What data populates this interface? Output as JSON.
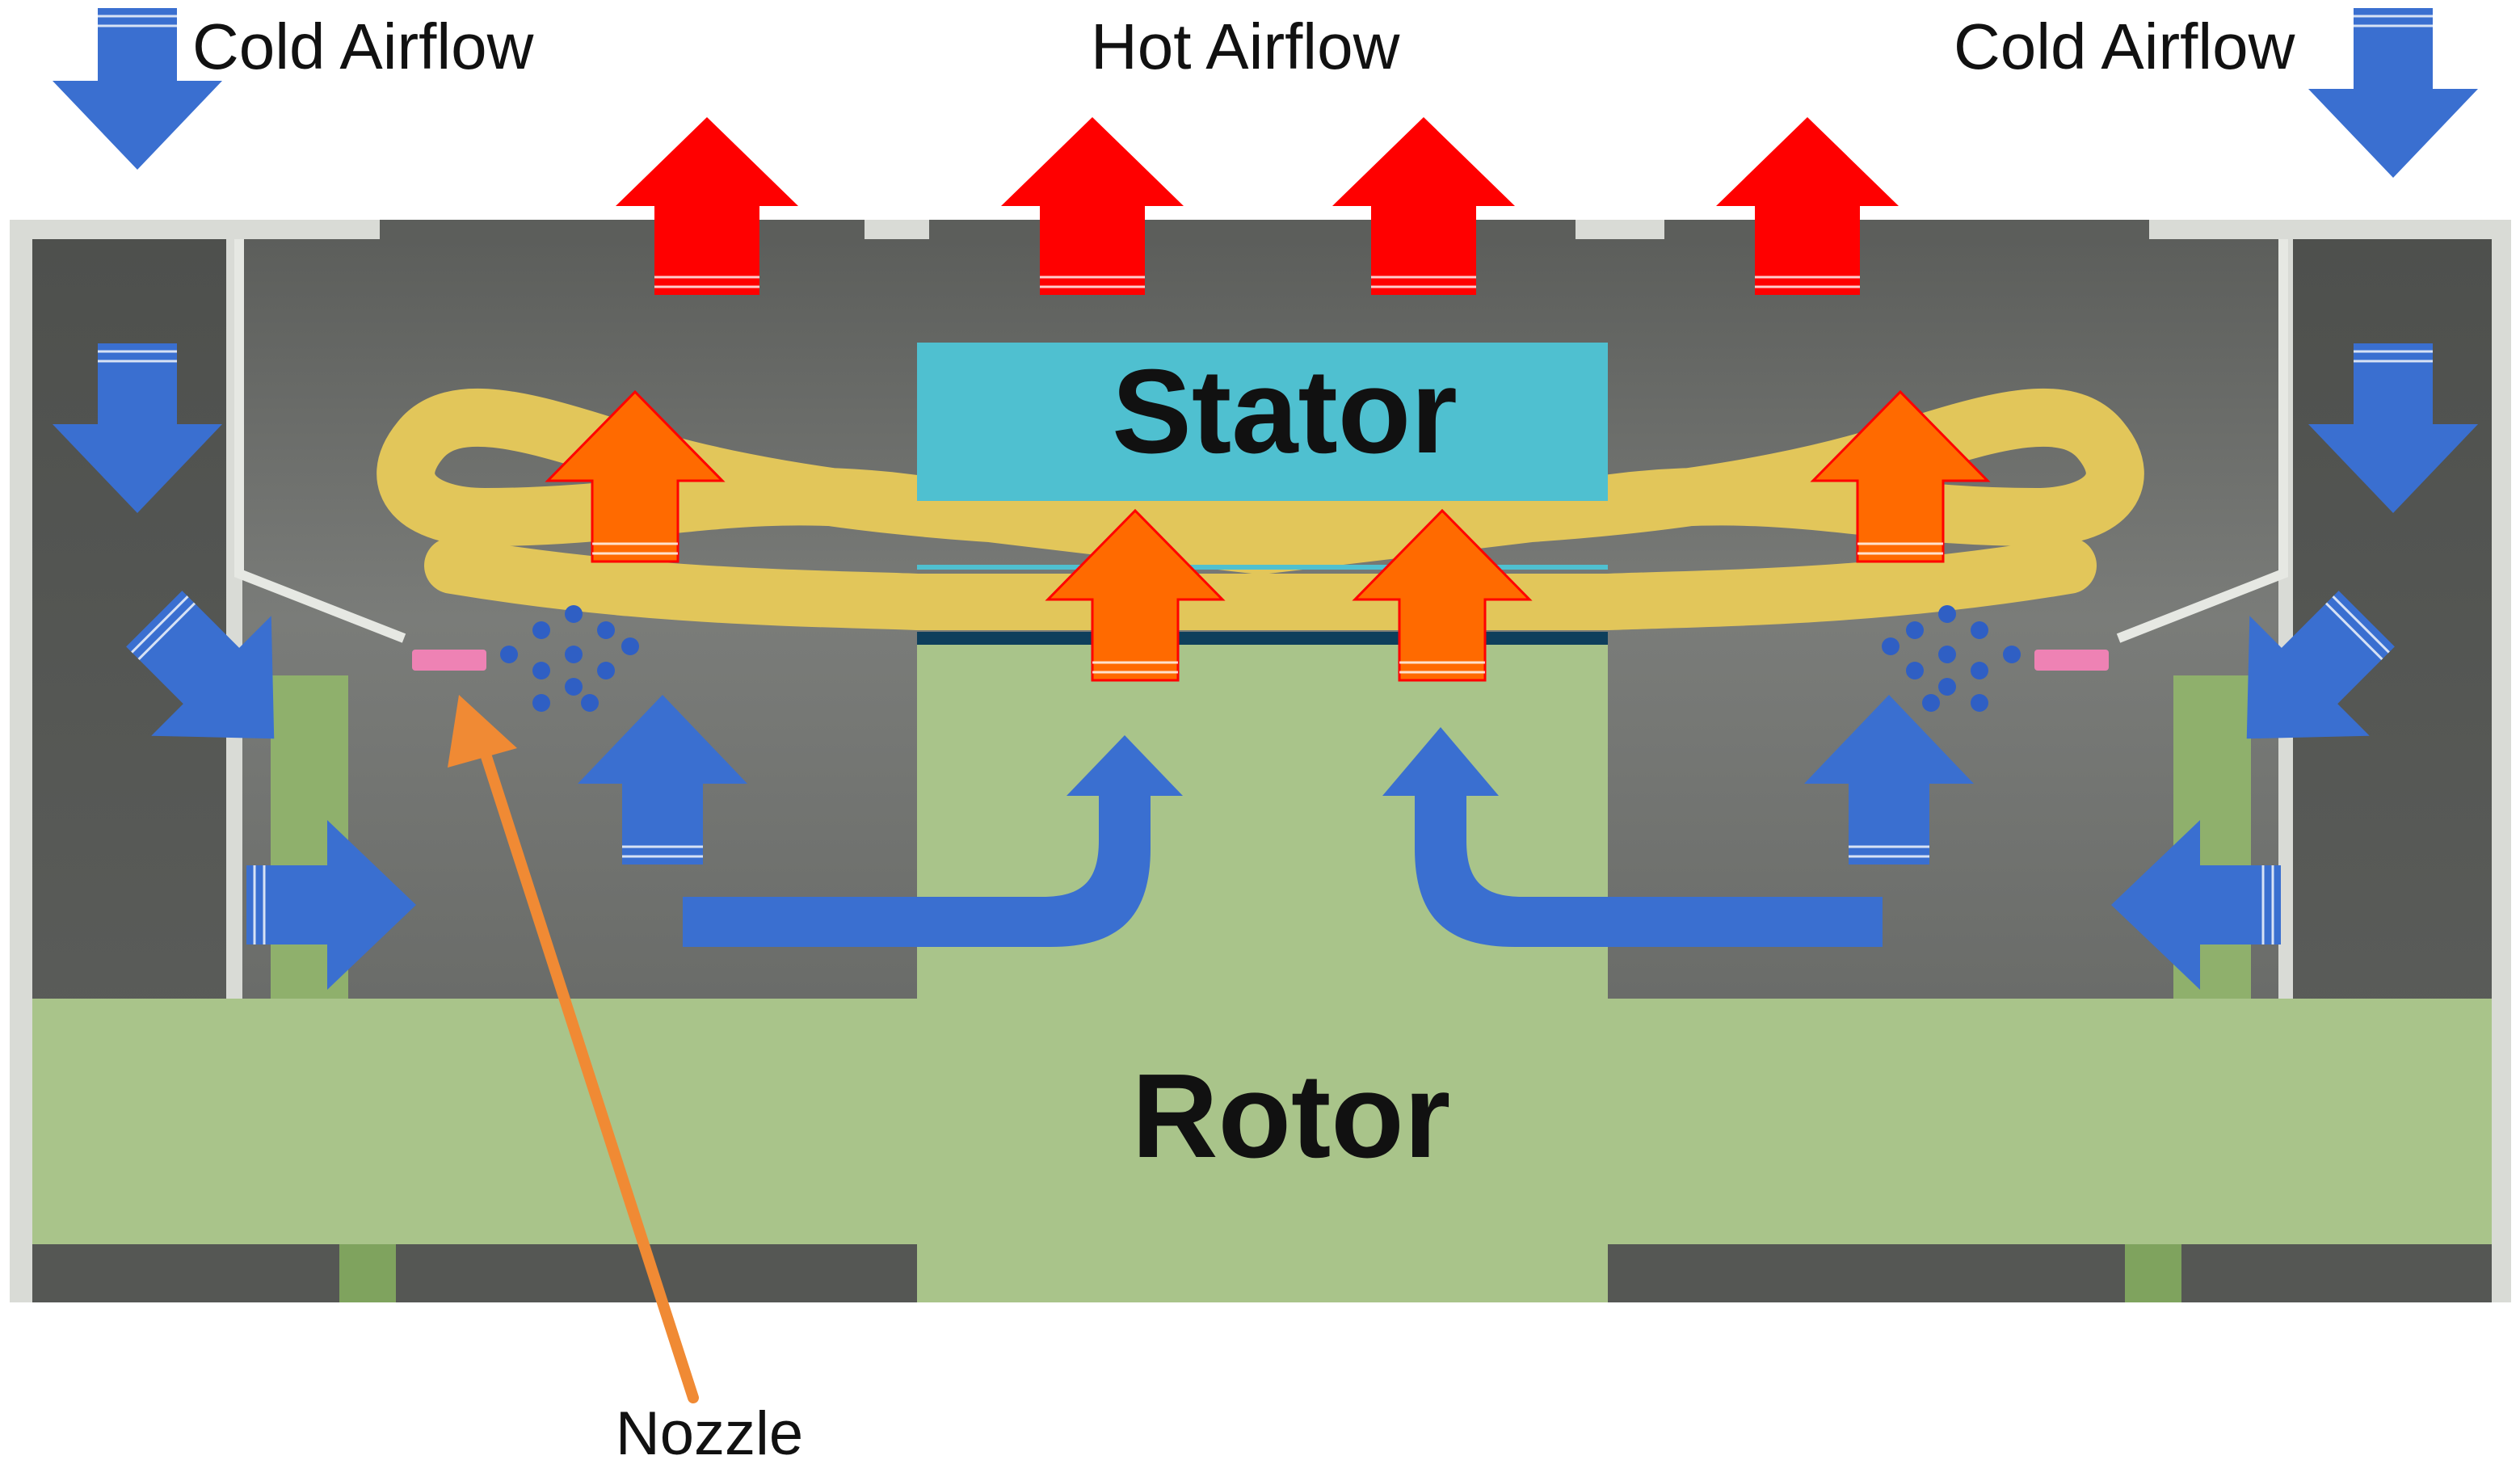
{
  "labels": {
    "cold_left": "Cold Airflow",
    "hot": "Hot Airflow",
    "cold_right": "Cold Airflow",
    "stator": "Stator",
    "rotor": "Rotor",
    "nozzle": "Nozzle"
  },
  "colors": {
    "cold_arrow": "#3a6fd0",
    "hot_arrow": "#ff0000",
    "heat_arrow": "#ff6a00",
    "stator": "#4fc0d0",
    "rotor": "#a9c48a",
    "winding": "#e2c65a",
    "nozzle": "#ee82b4",
    "nozzle_pointer": "#f08a34",
    "housing": "#d9dbd6",
    "cavity": "#6d6f6c"
  },
  "icons": {
    "cold_arrow": "arrow-down-blue",
    "hot_arrow": "arrow-up-red",
    "heat_arrow": "arrow-up-orange",
    "spray": "droplet-spray"
  }
}
